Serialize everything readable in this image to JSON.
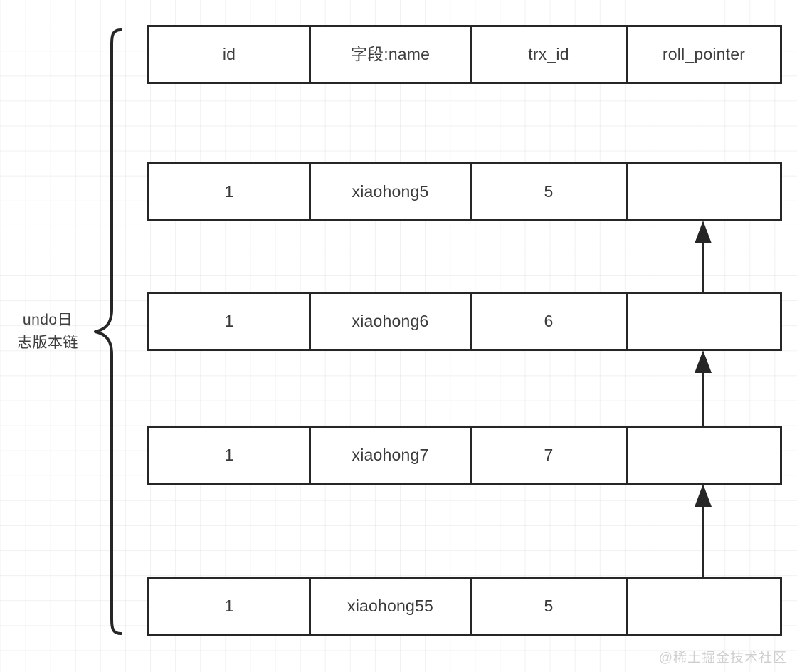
{
  "diagram": {
    "chain_label_lines": [
      "undo日",
      "志版本链"
    ],
    "watermark": "@稀土掘金技术社区",
    "columns": [
      "id",
      "字段:name",
      "trx_id",
      "roll_pointer"
    ],
    "rows": [
      {
        "id": "1",
        "name": "xiaohong5",
        "trx_id": "5",
        "roll_pointer": ""
      },
      {
        "id": "1",
        "name": "xiaohong6",
        "trx_id": "6",
        "roll_pointer": ""
      },
      {
        "id": "1",
        "name": "xiaohong7",
        "trx_id": "7",
        "roll_pointer": ""
      },
      {
        "id": "1",
        "name": "xiaohong55",
        "trx_id": "5",
        "roll_pointer": ""
      }
    ],
    "colors": {
      "border": "#262626",
      "text": "#3a3a3a",
      "grid": "#f0f0f0",
      "background": "#ffffff",
      "watermark": "#cfcfcf"
    },
    "arrows": [
      {
        "from_row": 2,
        "to_row": 1,
        "direction": "up"
      },
      {
        "from_row": 3,
        "to_row": 2,
        "direction": "up"
      },
      {
        "from_row": 4,
        "to_row": 3,
        "direction": "up"
      }
    ]
  }
}
